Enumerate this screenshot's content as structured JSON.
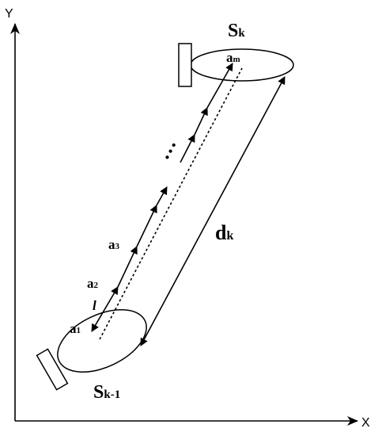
{
  "axes": {
    "x_label": "X",
    "y_label": "Y"
  },
  "regions": {
    "start": {
      "name": "S",
      "subscript": "k-1"
    },
    "end": {
      "name": "S",
      "subscript": "k"
    }
  },
  "points": [
    {
      "name": "a",
      "subscript": "1"
    },
    {
      "name": "a",
      "subscript": "2"
    },
    {
      "name": "a",
      "subscript": "3"
    },
    {
      "name": "a",
      "subscript": "m"
    }
  ],
  "ellipsis": "…",
  "segment_length_label": "l",
  "distance": {
    "name": "d",
    "subscript": "k"
  },
  "colors": {
    "ink": "#000000",
    "background": "#ffffff"
  }
}
